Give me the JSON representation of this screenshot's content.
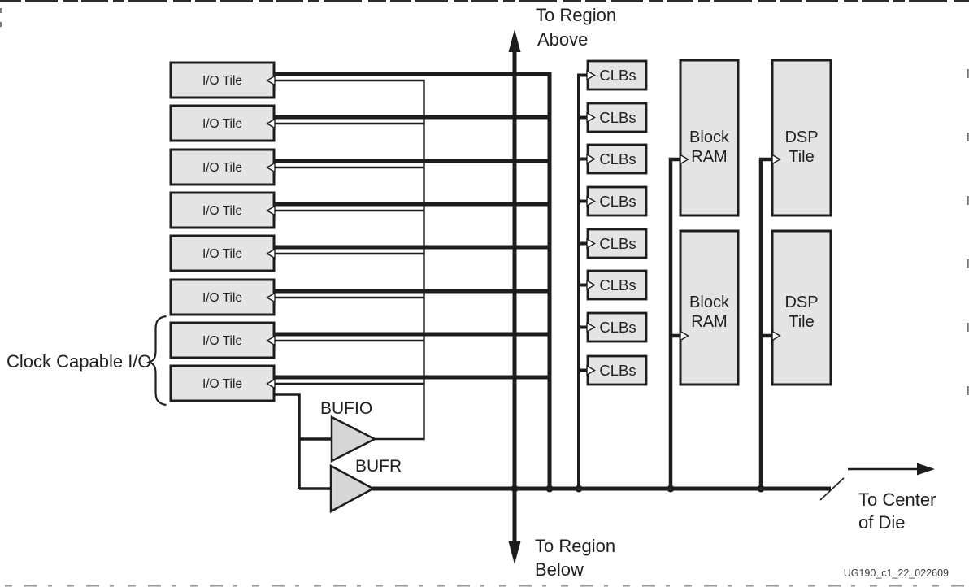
{
  "labels": {
    "io_tiles": [
      "I/O Tile",
      "I/O Tile",
      "I/O Tile",
      "I/O Tile",
      "I/O Tile",
      "I/O Tile",
      "I/O Tile",
      "I/O Tile"
    ],
    "clbs": [
      "CLBs",
      "CLBs",
      "CLBs",
      "CLBs",
      "CLBs",
      "CLBs",
      "CLBs",
      "CLBs"
    ],
    "block_rams": [
      {
        "line1": "Block",
        "line2": "RAM"
      },
      {
        "line1": "Block",
        "line2": "RAM"
      }
    ],
    "dsp_tiles": [
      {
        "line1": "DSP",
        "line2": "Tile"
      },
      {
        "line1": "DSP",
        "line2": "Tile"
      }
    ],
    "bufio": "BUFIO",
    "bufr": "BUFR"
  },
  "annotations": {
    "clock_capable_io": "Clock Capable I/O",
    "to_region_above_line1": "To Region",
    "to_region_above_line2": "Above",
    "to_region_below_line1": "To Region",
    "to_region_below_line2": "Below",
    "to_center_line1": "To Center",
    "to_center_line2": "of Die",
    "figure_id": "UG190_c1_22_022609"
  },
  "colors": {
    "line": "#1d1d1b",
    "box-fill": "#e4e4e4",
    "buffer-fill": "#d6d6d6",
    "text": "#231f20",
    "figure-id-text": "#3c3c3c"
  }
}
